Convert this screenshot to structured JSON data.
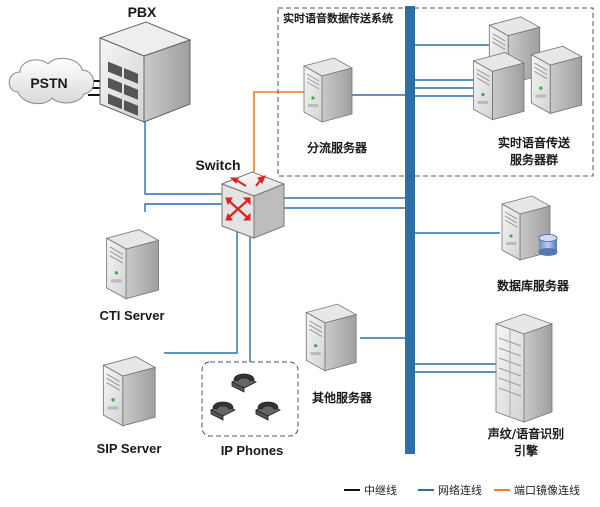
{
  "labels": {
    "pbx": "PBX",
    "pstn": "PSTN",
    "switch": "Switch",
    "realtime_system": "实时语音数据传送系统",
    "split_server": "分流服务器",
    "realtime_cluster_line1": "实时语音传送",
    "realtime_cluster_line2": "服务器群",
    "db_server": "数据库服务器",
    "cti_server": "CTI Server",
    "sip_server": "SIP Server",
    "ip_phones": "IP Phones",
    "other_servers": "其他服务器",
    "voice_engine_line1": "声纹/语音识别",
    "voice_engine_line2": "引擎"
  },
  "legend": {
    "trunk": "中继线",
    "network": "网络连线",
    "mirror": "端口镜像连线"
  },
  "colors": {
    "trunk": "#111111",
    "network": "#2e6fa8",
    "mirror": "#e8822a",
    "backbone": "#2e6fa8"
  }
}
